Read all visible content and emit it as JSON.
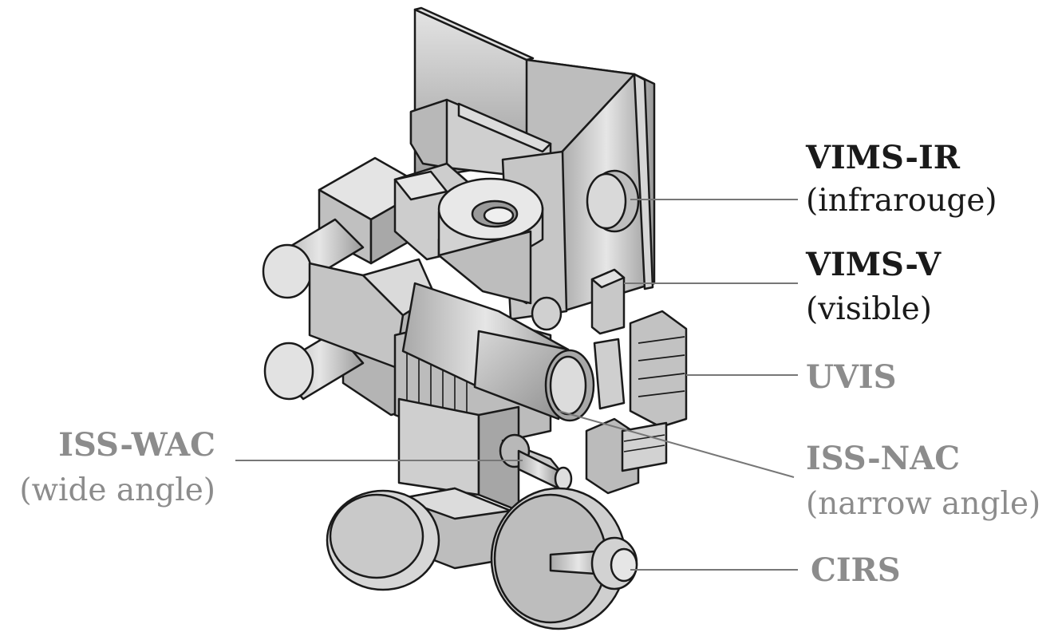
{
  "labels": {
    "vims_ir": {
      "name": "VIMS-IR",
      "desc": "(infrarouge)"
    },
    "vims_v": {
      "name": "VIMS-V",
      "desc": "(visible)"
    },
    "uvis": {
      "name": "UVIS"
    },
    "iss_nac": {
      "name": "ISS-NAC",
      "desc": "(narrow angle)"
    },
    "cirs": {
      "name": "CIRS"
    },
    "iss_wac": {
      "name": "ISS-WAC",
      "desc": "(wide angle)"
    }
  },
  "colors": {
    "primary_label": "#1a1a1a",
    "secondary_label": "#8c8c8c",
    "outline": "#1a1a1a",
    "leader_line": "#777777",
    "body_fill": "#c8c8c8"
  }
}
